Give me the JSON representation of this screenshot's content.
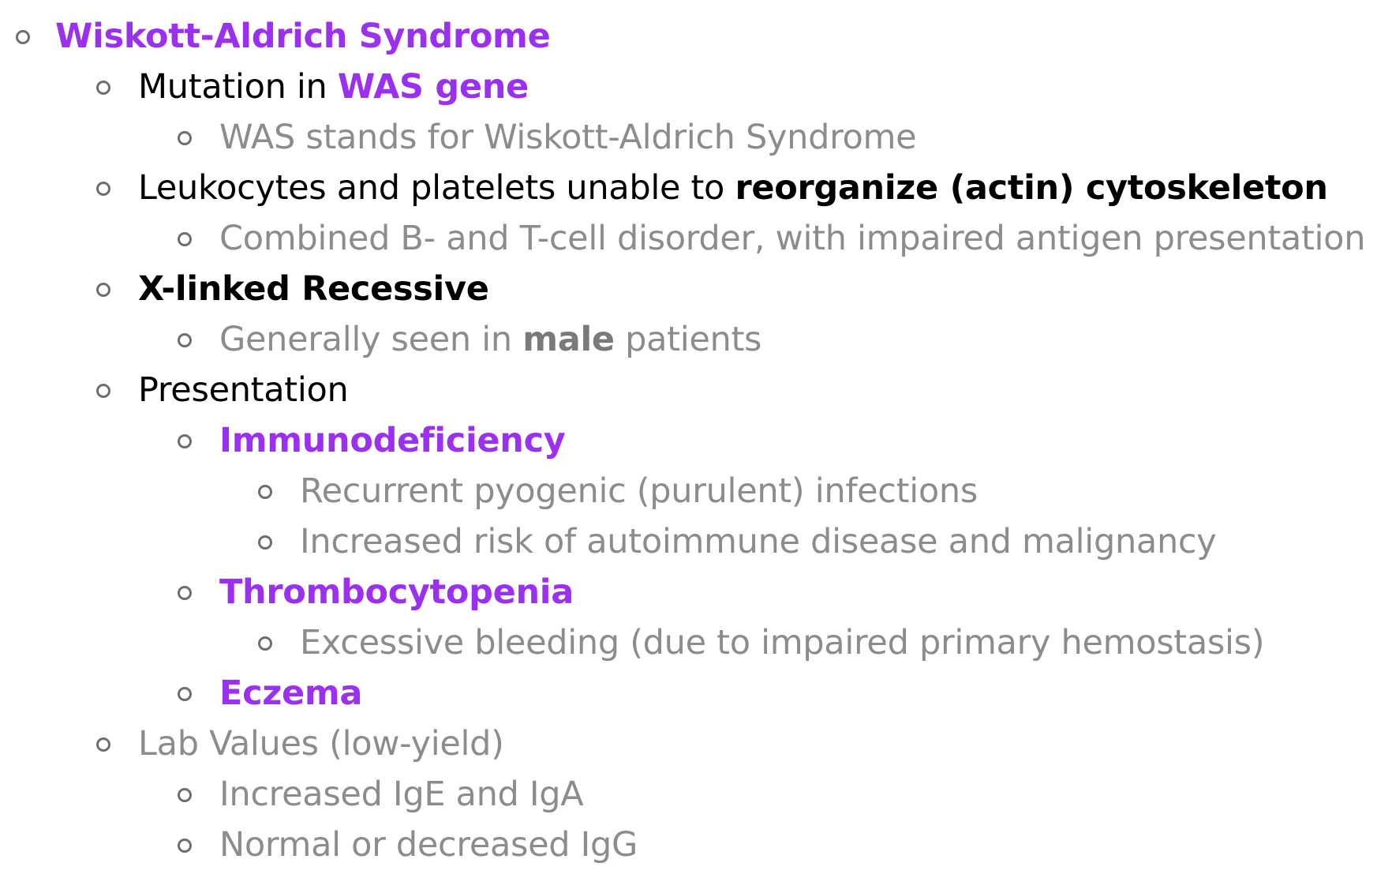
{
  "colors": {
    "accent_purple": "#9b30f0",
    "primary_text": "#000000",
    "secondary_text": "#8c8c8c",
    "bullet": "#6e6e6e"
  },
  "outline": {
    "title": "Wiskott-Aldrich Syndrome",
    "mutation": {
      "prefix": "Mutation in ",
      "gene": "WAS gene",
      "note": "WAS stands for Wiskott-Aldrich Syndrome"
    },
    "leukocytes": {
      "prefix": "Leukocytes and platelets unable to ",
      "emphasis": "reorganize (actin) cytoskeleton",
      "note": "Combined B- and T-cell disorder, with impaired antigen presentation"
    },
    "inheritance": {
      "label": "X-linked Recessive",
      "note_prefix": "Generally seen in ",
      "note_emphasis": "male",
      "note_suffix": " patients"
    },
    "presentation": {
      "label": "Presentation",
      "immunodeficiency": {
        "label": "Immunodeficiency",
        "items": [
          "Recurrent pyogenic (purulent) infections",
          "Increased risk of autoimmune disease and malignancy"
        ]
      },
      "thrombocytopenia": {
        "label": "Thrombocytopenia",
        "items": [
          "Excessive bleeding (due to impaired primary hemostasis)"
        ]
      },
      "eczema": {
        "label": "Eczema"
      }
    },
    "labs": {
      "label": "Lab Values (low-yield)",
      "items": [
        "Increased IgE and IgA",
        "Normal or decreased IgG"
      ]
    }
  }
}
